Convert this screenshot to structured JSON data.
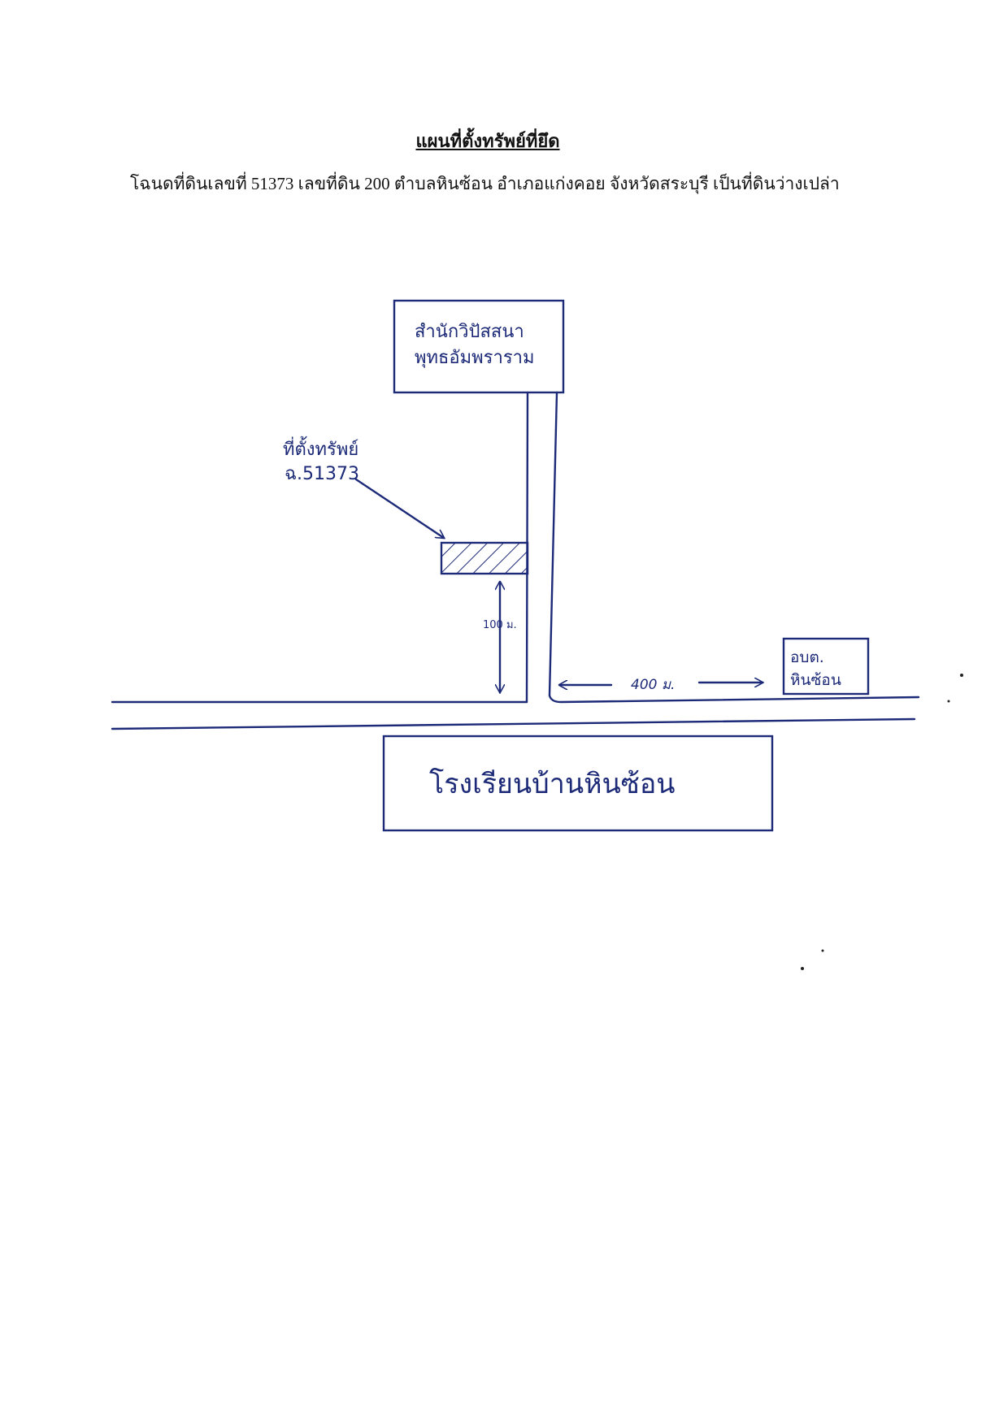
{
  "document": {
    "title": "แผนที่ตั้งทรัพย์ที่ยึด",
    "deed_line": "โฉนดที่ดินเลขที่ 51373 เลขที่ดิน 200 ตำบลหินซ้อน อำเภอแก่งคอย จังหวัดสระบุรี เป็นที่ดินว่างเปล่า"
  },
  "map": {
    "ink_color": "#1c2a78",
    "temple_label_line1": "สำนักวิปัสสนา",
    "temple_label_line2": "พุทธอัมพราราม",
    "property_label_line1": "ที่ตั้งทรัพย์",
    "property_label_line2": "ฉ.51373",
    "distance_vertical": "100 ม.",
    "distance_horizontal": "400 ม.",
    "tambon_office_line1": "อบต.",
    "tambon_office_line2": "หินซ้อน",
    "school_label": "โรงเรียนบ้านหินซ้อน"
  }
}
